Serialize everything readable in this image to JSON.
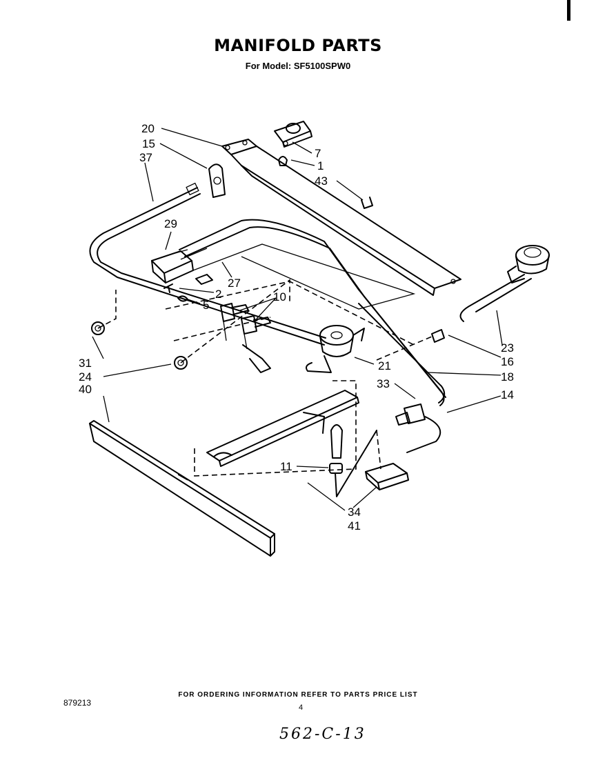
{
  "header": {
    "title": "MANIFOLD PARTS",
    "subtitle": "For Model: SF5100SPW0"
  },
  "callouts": {
    "c20": "20",
    "c15": "15",
    "c37": "37",
    "c29": "29",
    "c27": "27",
    "c2": "2",
    "c5": "5",
    "c10": "10",
    "c7": "7",
    "c1": "1",
    "c43": "43",
    "c31": "31",
    "c24": "24",
    "c40": "40",
    "c21": "21",
    "c23": "23",
    "c16": "16",
    "c18": "18",
    "c33": "33",
    "c14": "14",
    "c11": "11",
    "c34": "34",
    "c41": "41"
  },
  "footer": {
    "ordering_note": "FOR ORDERING INFORMATION REFER TO PARTS PRICE LIST",
    "document_number": "879213",
    "page_number": "4",
    "handwritten_note": "562-C-13"
  }
}
